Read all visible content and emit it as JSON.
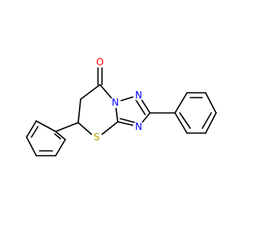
{
  "molecule": {
    "colors": {
      "bond": "#000000",
      "N": "#0000FF",
      "O": "#FF0000",
      "S": "#B8A200",
      "background": "#FFFFFF"
    },
    "atoms": {
      "o1": {
        "symbol": "O"
      },
      "n1": {
        "symbol": "N"
      },
      "n2": {
        "symbol": "N"
      },
      "n3": {
        "symbol": "N"
      },
      "s1": {
        "symbol": "S"
      }
    }
  }
}
